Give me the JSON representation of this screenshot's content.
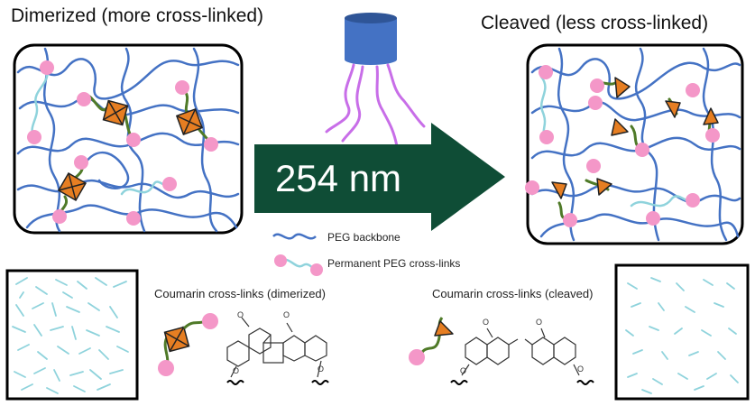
{
  "titles": {
    "left": "Dimerized (more cross-linked)",
    "right": "Cleaved (less cross-linked)"
  },
  "arrow": {
    "label": "254 nm",
    "color": "#0f4d36"
  },
  "legend": {
    "backbone": "PEG backbone",
    "permanent": "Permanent PEG cross-links"
  },
  "coumarin": {
    "dimerized": "Coumarin cross-links (dimerized)",
    "cleaved": "Coumarin cross-links (cleaved)"
  },
  "colors": {
    "backbone": "#4472c4",
    "peg_crosslink": "#8fd3dc",
    "node": "#f497c8",
    "coumarin_linker": "#4f7a28",
    "coumarin": "#e67e22",
    "uv_lamp": "#4472c4",
    "uv_rays": "#c86ee8"
  },
  "icons": [
    "uv-lamp-icon",
    "uv-ray-icon",
    "coumarin-dimer-icon",
    "coumarin-monomer-icon"
  ]
}
